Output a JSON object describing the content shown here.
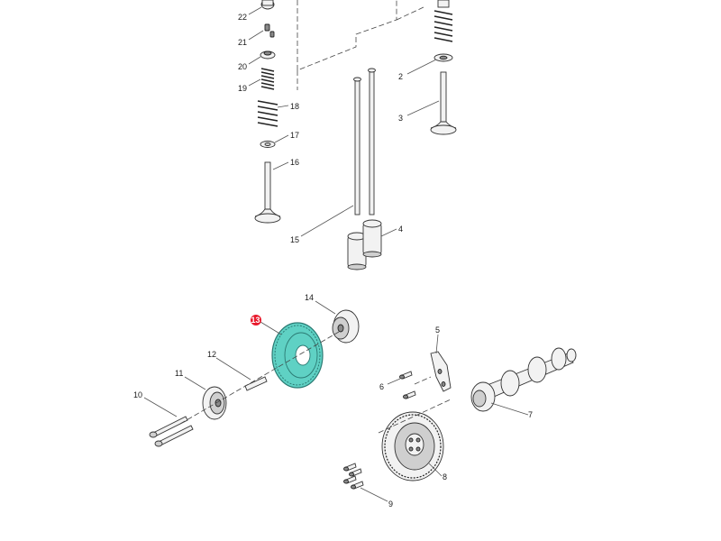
{
  "callouts": {
    "c1": "22",
    "c2": "21",
    "c3": "20",
    "c4": "19",
    "c5": "18",
    "c6": "17",
    "c7": "16",
    "c8": "15",
    "c9": "4",
    "c10": "2",
    "c11": "3",
    "c12": "14",
    "c13": "13",
    "c14": "12",
    "c15": "11",
    "c16": "10",
    "c17": "5",
    "c18": "6",
    "c19": "7",
    "c20": "8",
    "c21": "9"
  },
  "colors": {
    "highlight_part": "#5fd1c4",
    "highlight_callout": "#e8192c"
  }
}
